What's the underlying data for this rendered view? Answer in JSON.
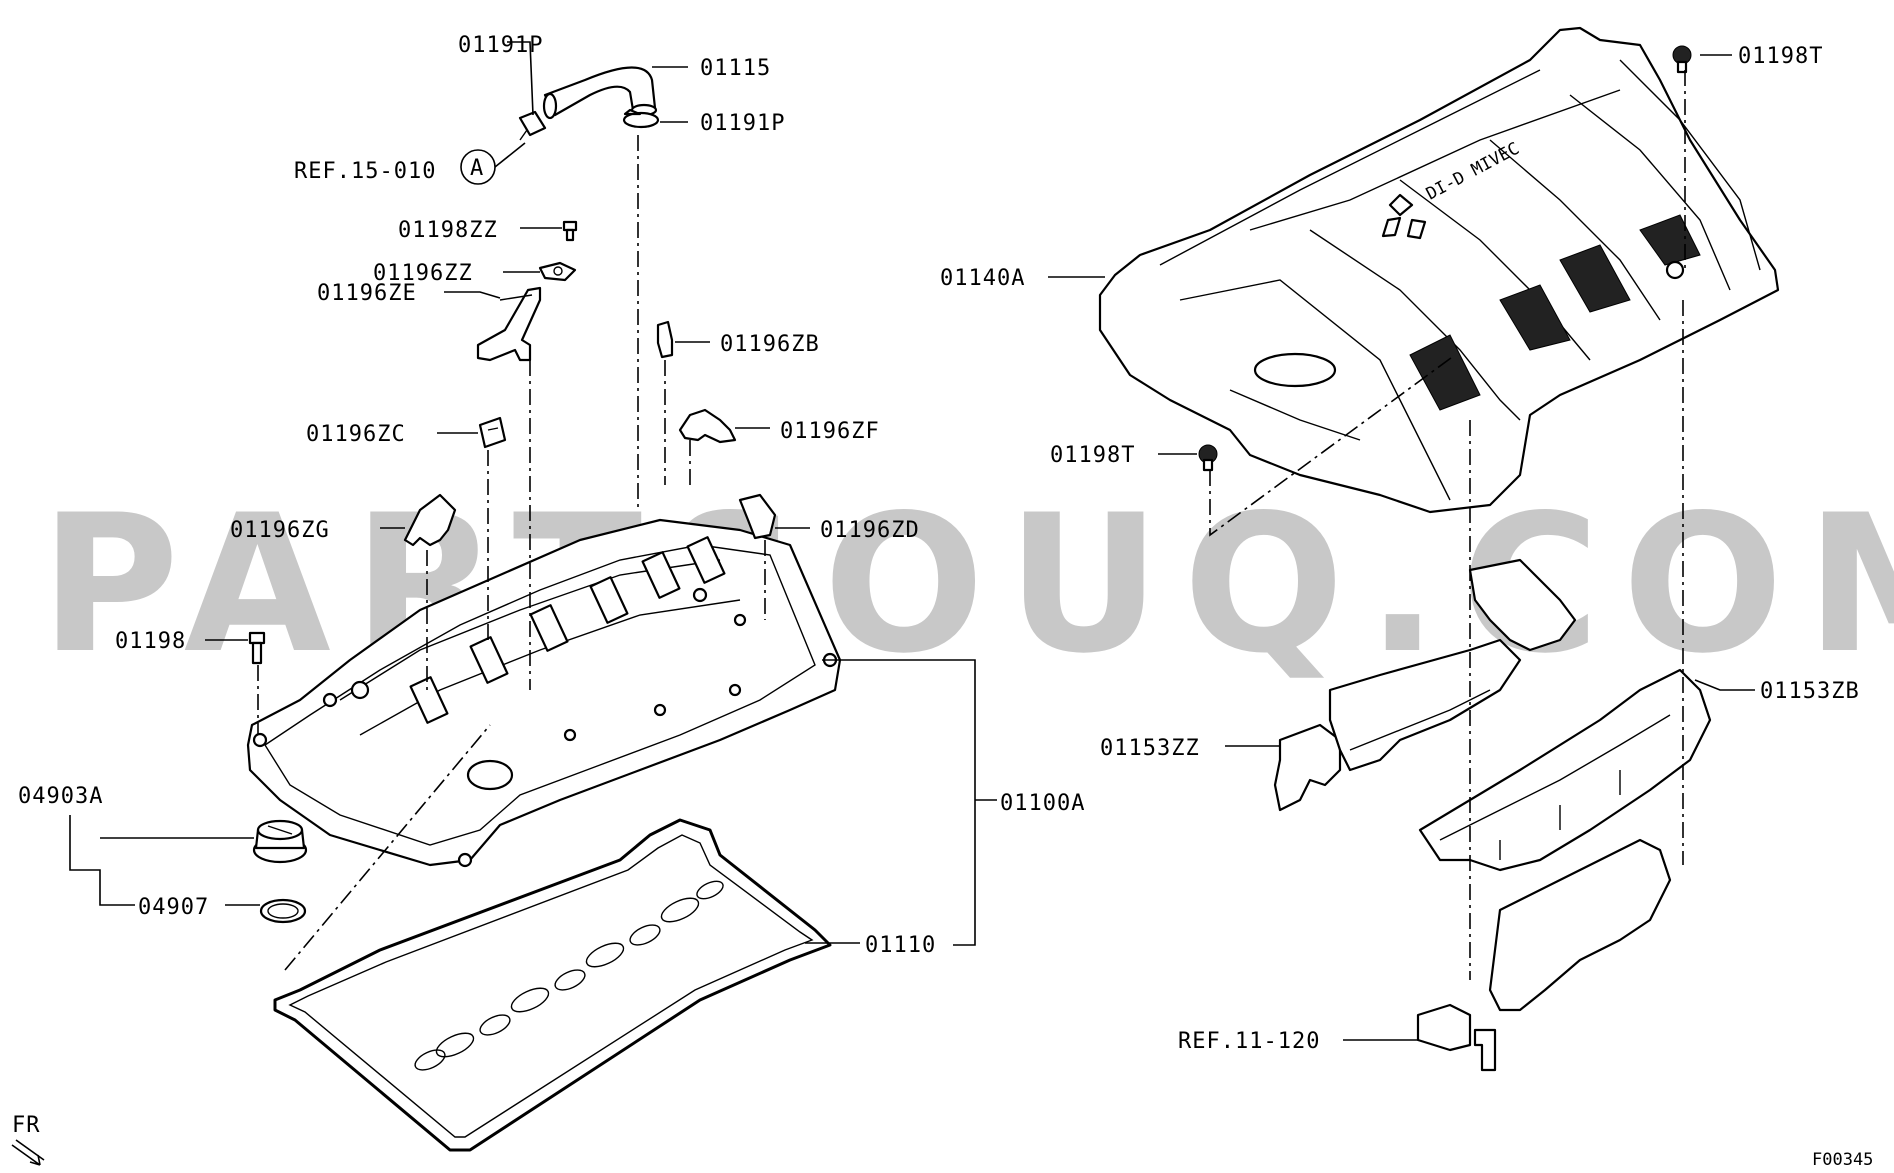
{
  "watermark": "PARTSOUQ.COM",
  "figure_code": "F00345",
  "direction": {
    "label": "FR"
  },
  "labels": {
    "p01191P_top": "01191P",
    "p01115": "01115",
    "p01191P_right": "01191P",
    "ref15": "REF.15-010",
    "ref15_circle": "A",
    "p01198ZZ": "01198ZZ",
    "p01196ZZ": "01196ZZ",
    "p01196ZE": "01196ZE",
    "p01196ZB": "01196ZB",
    "p01196ZC": "01196ZC",
    "p01196ZF": "01196ZF",
    "p01196ZG": "01196ZG",
    "p01196ZD": "01196ZD",
    "p01198": "01198",
    "p04903A": "04903A",
    "p04907": "04907",
    "p01100A": "01100A",
    "p01110": "01110",
    "p01140A": "01140A",
    "p01198T_top": "01198T",
    "p01198T_mid": "01198T",
    "p01153ZZ": "01153ZZ",
    "p01153ZB": "01153ZB",
    "ref11": "REF.11-120"
  },
  "logo_text": "DI-D MIVEC"
}
